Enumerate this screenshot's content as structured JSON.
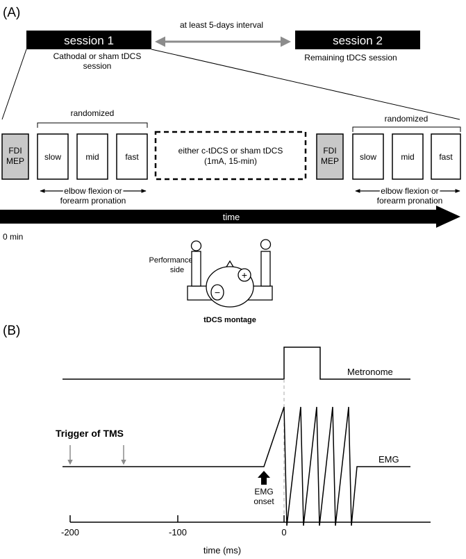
{
  "panel_a": {
    "label": "(A)",
    "session1": {
      "title": "session 1",
      "caption_line1": "Cathodal or sham tDCS",
      "caption_line2": "session"
    },
    "session2": {
      "title": "session 2",
      "caption": "Remaining tDCS session"
    },
    "interval_text": "at least 5-days interval",
    "left_block": {
      "mep_line1": "FDI",
      "mep_line2": "MEP",
      "randomized": "randomized",
      "tasks": [
        "slow",
        "mid",
        "fast"
      ],
      "movement_line1": "elbow flexion or",
      "movement_line2": "forearm pronation"
    },
    "stimulation_line1": "either c-tDCS or sham tDCS",
    "stimulation_line2": "(1mA, 15-min)",
    "right_block": {
      "mep_line1": "FDI",
      "mep_line2": "MEP",
      "randomized": "randomized",
      "tasks": [
        "slow",
        "mid",
        "fast"
      ],
      "movement_line1": "elbow flexion or",
      "movement_line2": "forearm pronation"
    },
    "timeline_label": "time",
    "start_label": "0 min",
    "montage": {
      "side_line1": "Performance",
      "side_line2": "side",
      "plus": "+",
      "minus": "−",
      "title": "tDCS montage"
    }
  },
  "panel_b": {
    "label": "(B)",
    "metronome_label": "Metronome",
    "emg_label": "EMG",
    "trigger_label": "Trigger of TMS",
    "onset_line1": "EMG",
    "onset_line2": "onset",
    "axis_label": "time (ms)",
    "ticks": [
      "-200",
      "-100",
      "0"
    ]
  },
  "colors": {
    "black": "#000000",
    "gray_box": "#c8c8c8",
    "gray_arrow": "#8c8c8c",
    "dashed_guide": "#aaaaaa"
  }
}
